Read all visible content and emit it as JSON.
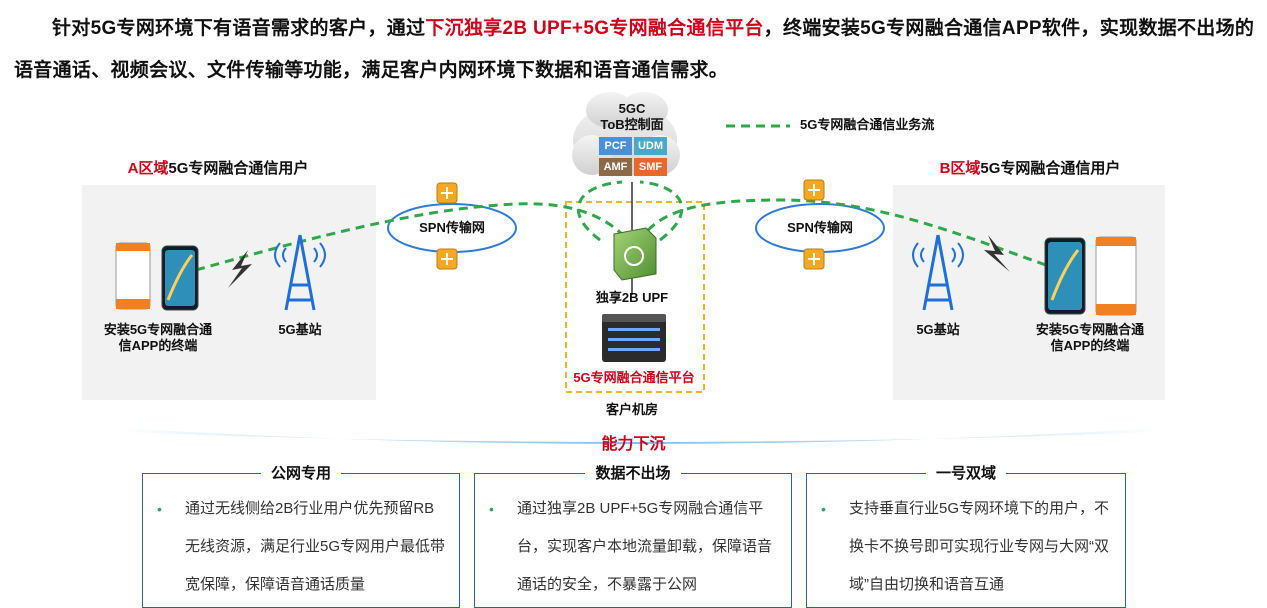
{
  "intro": {
    "part1": "针对5G专网环境下有语音需求的客户，通过",
    "highlight": "下沉独享2B UPF+5G专网融合通信平台",
    "part2": "，终端安装5G专网融合通信APP软件，实现数据不出场的语音通话、视频会议、文件传输等功能，满足客户内网环境下数据和语音通信需求。"
  },
  "legend": {
    "label": "5G专网融合通信业务流",
    "color": "#2ea84a"
  },
  "core": {
    "title": "5GC",
    "subtitle": "ToB控制面",
    "nfs": [
      {
        "label": "PCF",
        "color": "#4a90d9"
      },
      {
        "label": "UDM",
        "color": "#4aa8c8"
      },
      {
        "label": "AMF",
        "color": "#8b6a4a"
      },
      {
        "label": "SMF",
        "color": "#e8672a"
      }
    ]
  },
  "zone_a": {
    "title_red": "A区域",
    "title_rest": "5G专网融合通信用户",
    "terminal_label": "安装5G专网融合通信APP的终端",
    "station_label": "5G基站"
  },
  "zone_b": {
    "title_red": "B区域",
    "title_rest": "5G专网融合通信用户",
    "terminal_label": "安装5G专网融合通信APP的终端",
    "station_label": "5G基站"
  },
  "spn_left": "SPN传输网",
  "spn_right": "SPN传输网",
  "upf_label": "独享2B UPF",
  "platform_label": "5G专网融合通信平台",
  "room_label": "客户机房",
  "capability": "能力下沉",
  "panels": [
    {
      "title": "公网专用",
      "text": "通过无线侧给2B行业用户优先预留RB无线资源，满足行业5G专网用户最低带宽保障，保障语音通话质量"
    },
    {
      "title": "数据不出场",
      "text": "通过独享2B UPF+5G专网融合通信平台，实现客户本地流量卸载，保障语音通话的安全，不暴露于公网"
    },
    {
      "title": "一号双域",
      "text": "支持垂直行业5G专网环境下的用户，不换卡不换号即可实现行业专网与大网“双域”自由切换和语音互通"
    }
  ]
}
